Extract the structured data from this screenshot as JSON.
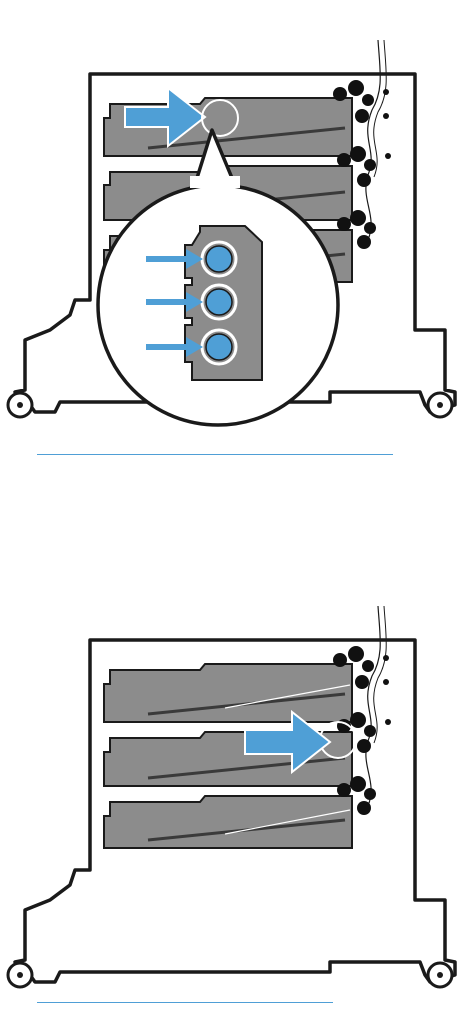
{
  "colors": {
    "line": "#1a1a1a",
    "tray": "#8c8c8c",
    "tray_dark": "#5c5c5c",
    "arrow": "#4f9fd6",
    "roller": "#111111",
    "rule": "#4f9fd6",
    "paper": "#ffffff"
  },
  "figures": [
    {
      "id": "figure-1",
      "trays": 3,
      "callout": "detail-circle",
      "indicators": 3
    },
    {
      "id": "figure-2",
      "trays": 3,
      "callout": "arrow-into-path"
    }
  ]
}
